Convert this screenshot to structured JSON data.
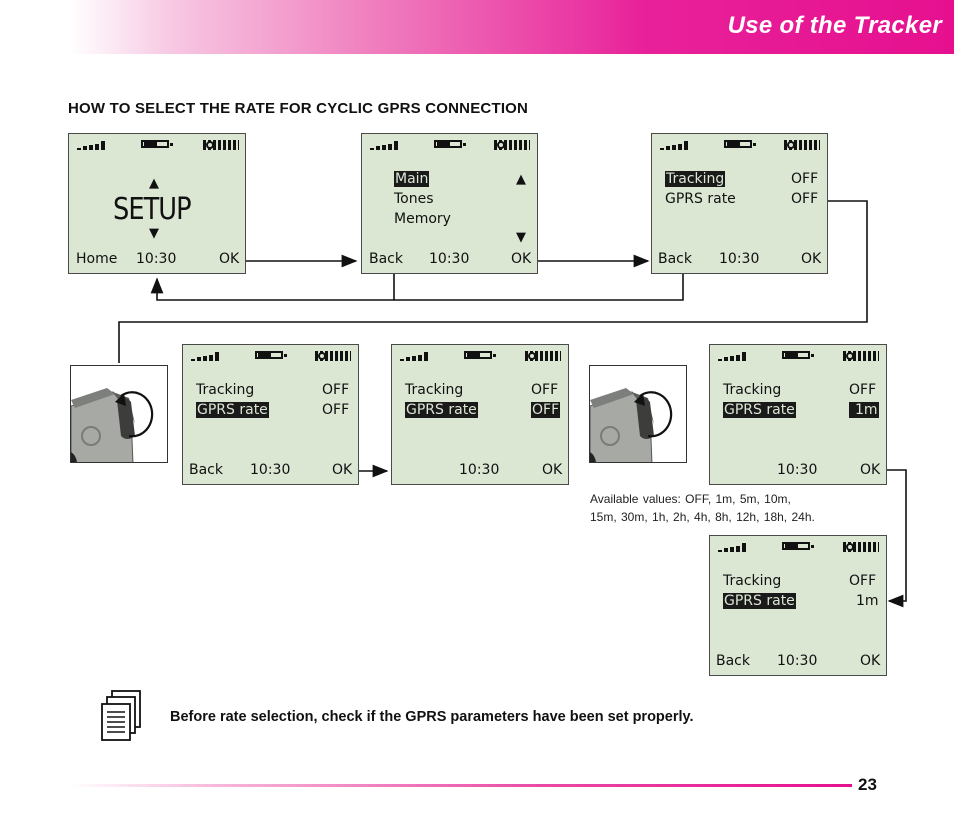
{
  "header": {
    "title": "Use of the Tracker"
  },
  "section": {
    "title": "HOW TO SELECT THE RATE FOR CYCLIC GPRS CONNECTION"
  },
  "screens": {
    "s1": {
      "big": "SETUP",
      "left": "Home",
      "time": "10:30",
      "right": "OK"
    },
    "s2": {
      "items": [
        "Main",
        "Tones",
        "Memory"
      ],
      "left": "Back",
      "time": "10:30",
      "right": "OK"
    },
    "s3": {
      "row1_label": "Tracking",
      "row1_value": "OFF",
      "row2_label": "GPRS rate",
      "row2_value": "OFF",
      "left": "Back",
      "time": "10:30",
      "right": "OK"
    },
    "s4": {
      "row1_label": "Tracking",
      "row1_value": "OFF",
      "row2_label": "GPRS rate",
      "row2_value": "OFF",
      "left": "Back",
      "time": "10:30",
      "right": "OK"
    },
    "s5": {
      "row1_label": "Tracking",
      "row1_value": "OFF",
      "row2_label": "GPRS rate",
      "row2_value": "OFF",
      "time": "10:30",
      "right": "OK"
    },
    "s6": {
      "row1_label": "Tracking",
      "row1_value": "OFF",
      "row2_label": "GPRS rate",
      "row2_value": "1m",
      "time": "10:30",
      "right": "OK"
    },
    "s7": {
      "row1_label": "Tracking",
      "row1_value": "OFF",
      "row2_label": "GPRS rate",
      "row2_value": "1m",
      "left": "Back",
      "time": "10:30",
      "right": "OK"
    }
  },
  "available": {
    "line1": "Available values: OFF, 1m, 5m, 10m,",
    "line2": "15m, 30m, 1h, 2h, 4h, 8h, 12h, 18h, 24h."
  },
  "note": {
    "text": "Before rate selection, check if the GPRS parameters have been set properly.",
    "icon": "document-stack-icon"
  },
  "footer": {
    "page": "23"
  },
  "colors": {
    "accent": "#e6108f",
    "lcd": "#dbe6d3"
  }
}
